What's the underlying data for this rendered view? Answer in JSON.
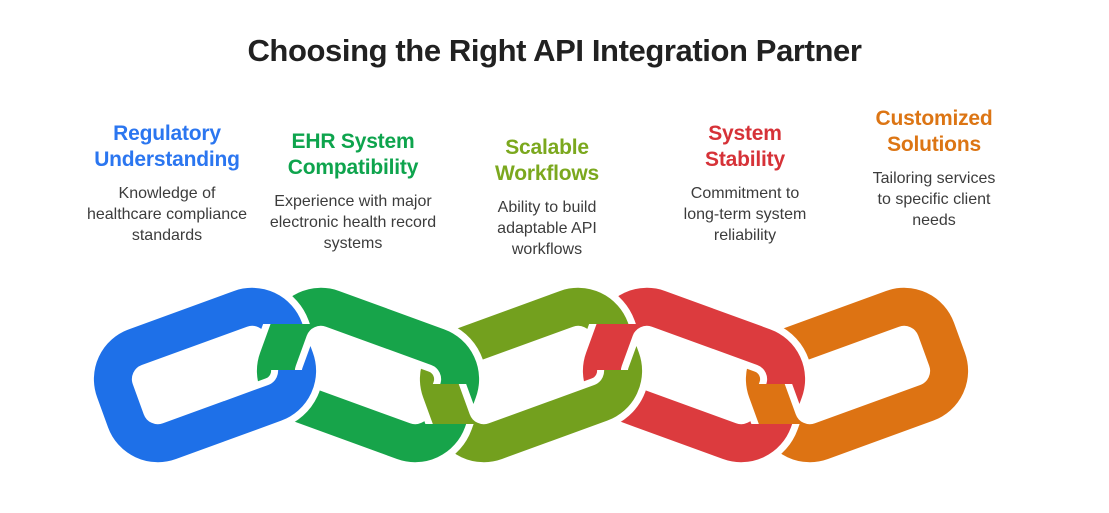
{
  "title": "Choosing the Right API Integration Partner",
  "title_color": "#212121",
  "columns": [
    {
      "key": "regulatory-understanding",
      "heading_line1": "Regulatory",
      "heading_line2": "Understanding",
      "heading_color": "#2B76F0",
      "desc_line1": "Knowledge of",
      "desc_line2": "healthcare compliance",
      "desc_line3": "standards",
      "desc_color": "#3C3C3C"
    },
    {
      "key": "ehr-system-compatibility",
      "heading_line1": "EHR System",
      "heading_line2": "Compatibility",
      "heading_color": "#0EA44D",
      "desc_line1": "Experience with major",
      "desc_line2": "electronic health record",
      "desc_line3": "systems",
      "desc_color": "#3C3C3C"
    },
    {
      "key": "scalable-workflows",
      "heading_line1": "Scalable",
      "heading_line2": "Workflows",
      "heading_color": "#7BA81E",
      "desc_line1": "Ability to build",
      "desc_line2": "adaptable API",
      "desc_line3": "workflows",
      "desc_color": "#3C3C3C"
    },
    {
      "key": "system-stability",
      "heading_line1": "System",
      "heading_line2": "Stability",
      "heading_color": "#D63238",
      "desc_line1": "Commitment to",
      "desc_line2": "long-term system",
      "desc_line3": "reliability",
      "desc_color": "#3C3C3C"
    },
    {
      "key": "customized-solutions",
      "heading_line1": "Customized",
      "heading_line2": "Solutions",
      "heading_color": "#DC7514",
      "desc_line1": "Tailoring services",
      "desc_line2": "to specific client",
      "desc_line3": "needs",
      "desc_color": "#3C3C3C"
    }
  ],
  "chain": {
    "casing_color": "#FFFFFF",
    "links": [
      {
        "name": "regulatory-understanding",
        "color": "#1E70E8"
      },
      {
        "name": "ehr-system-compatibility",
        "color": "#17A44A"
      },
      {
        "name": "scalable-workflows",
        "color": "#73A01E"
      },
      {
        "name": "system-stability",
        "color": "#DC3B3E"
      },
      {
        "name": "customized-solutions",
        "color": "#DD7313"
      }
    ]
  },
  "background_color": "#FFFFFF"
}
